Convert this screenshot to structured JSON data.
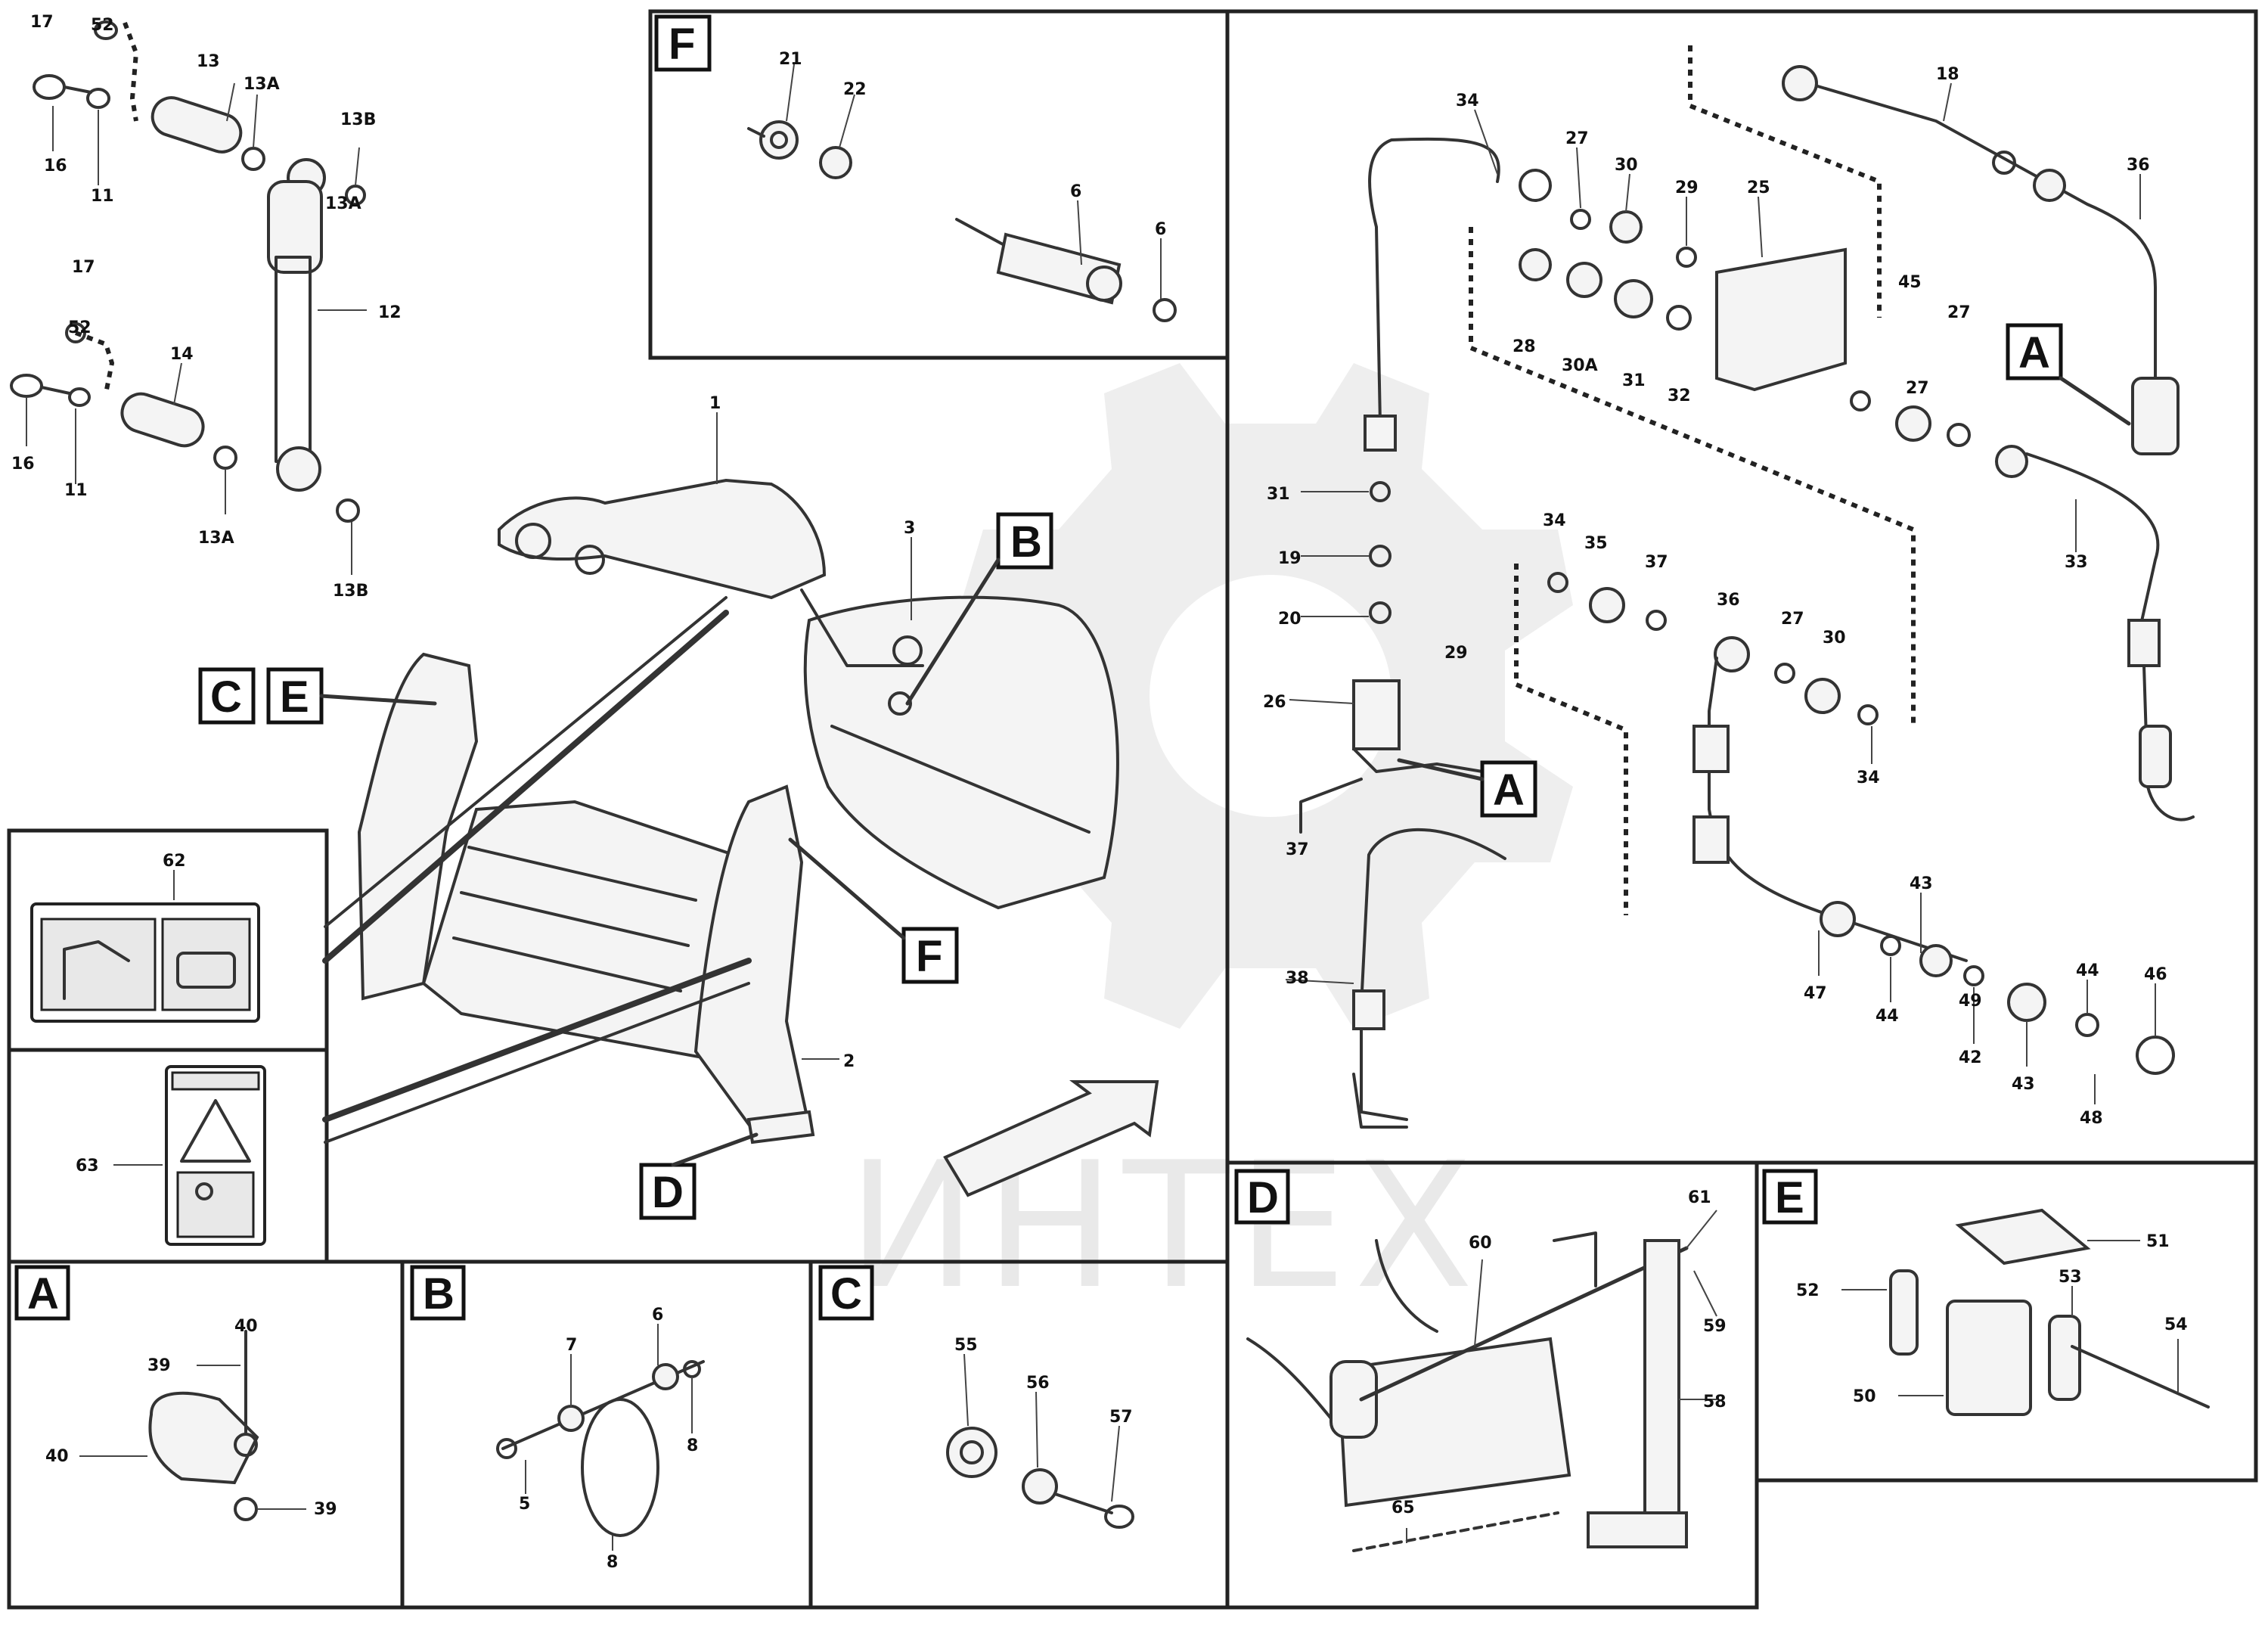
{
  "view_labels": {
    "a": "A",
    "b": "B",
    "c": "C",
    "d": "D",
    "e": "E",
    "f": "F",
    "ce_c": "C",
    "ce_e": "E"
  },
  "callouts": {
    "c_17a": "17",
    "c_52a": "52",
    "c_13a": "13",
    "c_13ab": "13A",
    "c_13b": "13B",
    "c_16a": "16",
    "c_11a": "11",
    "c_13c": "13A",
    "c_12": "12",
    "c_17b": "17",
    "c_52b": "52",
    "c_14": "14",
    "c_16b": "16",
    "c_11b": "11",
    "c_13d": "13A",
    "c_13e": "13B",
    "c_f21": "21",
    "c_f22": "22",
    "c_f6a": "6",
    "c_f6b": "6",
    "c_1": "1",
    "c_2": "2",
    "c_3": "3",
    "c_r34a": "34",
    "c_r27a": "27",
    "c_r30a": "30",
    "c_r29a": "29",
    "c_r25": "25",
    "c_r18": "18",
    "c_r36a": "36",
    "c_r45": "45",
    "c_r27b": "27",
    "c_r27c": "27",
    "c_r28a": "28",
    "c_r30b": "30A",
    "c_r31a": "31",
    "c_r32": "32",
    "c_r31b": "31",
    "c_r19": "19",
    "c_r20": "20",
    "c_r26a": "26",
    "c_r29b": "29",
    "c_r37a": "37",
    "c_r33": "33",
    "c_r34b": "34",
    "c_r35a": "35",
    "c_r37b": "37",
    "c_r36b": "36",
    "c_r27d": "27",
    "c_r30c": "30",
    "c_r34c": "34",
    "c_r38": "38",
    "c_r43a": "43",
    "c_r47a": "47",
    "c_r44a": "44",
    "c_r42": "42",
    "c_r43b": "43",
    "c_r44b": "44",
    "c_r46": "46",
    "c_r48": "48",
    "c_r49": "49",
    "c_62": "62",
    "c_63": "63",
    "c_a39a": "39",
    "c_a39b": "39",
    "c_a40a": "40",
    "c_a40b": "40",
    "c_b6a": "6",
    "c_b7": "7",
    "c_b8a": "8",
    "c_b5": "5",
    "c_b8b": "8",
    "c_c55": "55",
    "c_c56": "56",
    "c_c57": "57",
    "c_d61": "61",
    "c_d60": "60",
    "c_d59": "59",
    "c_d58": "58",
    "c_d65": "65",
    "c_e51": "51",
    "c_e52": "52",
    "c_e53": "53",
    "c_e54": "54",
    "c_e50": "50"
  },
  "watermark": {
    "text": "ИНТЕХ"
  },
  "stamp": {
    "line1": "",
    "line2": "",
    "line3": ""
  }
}
